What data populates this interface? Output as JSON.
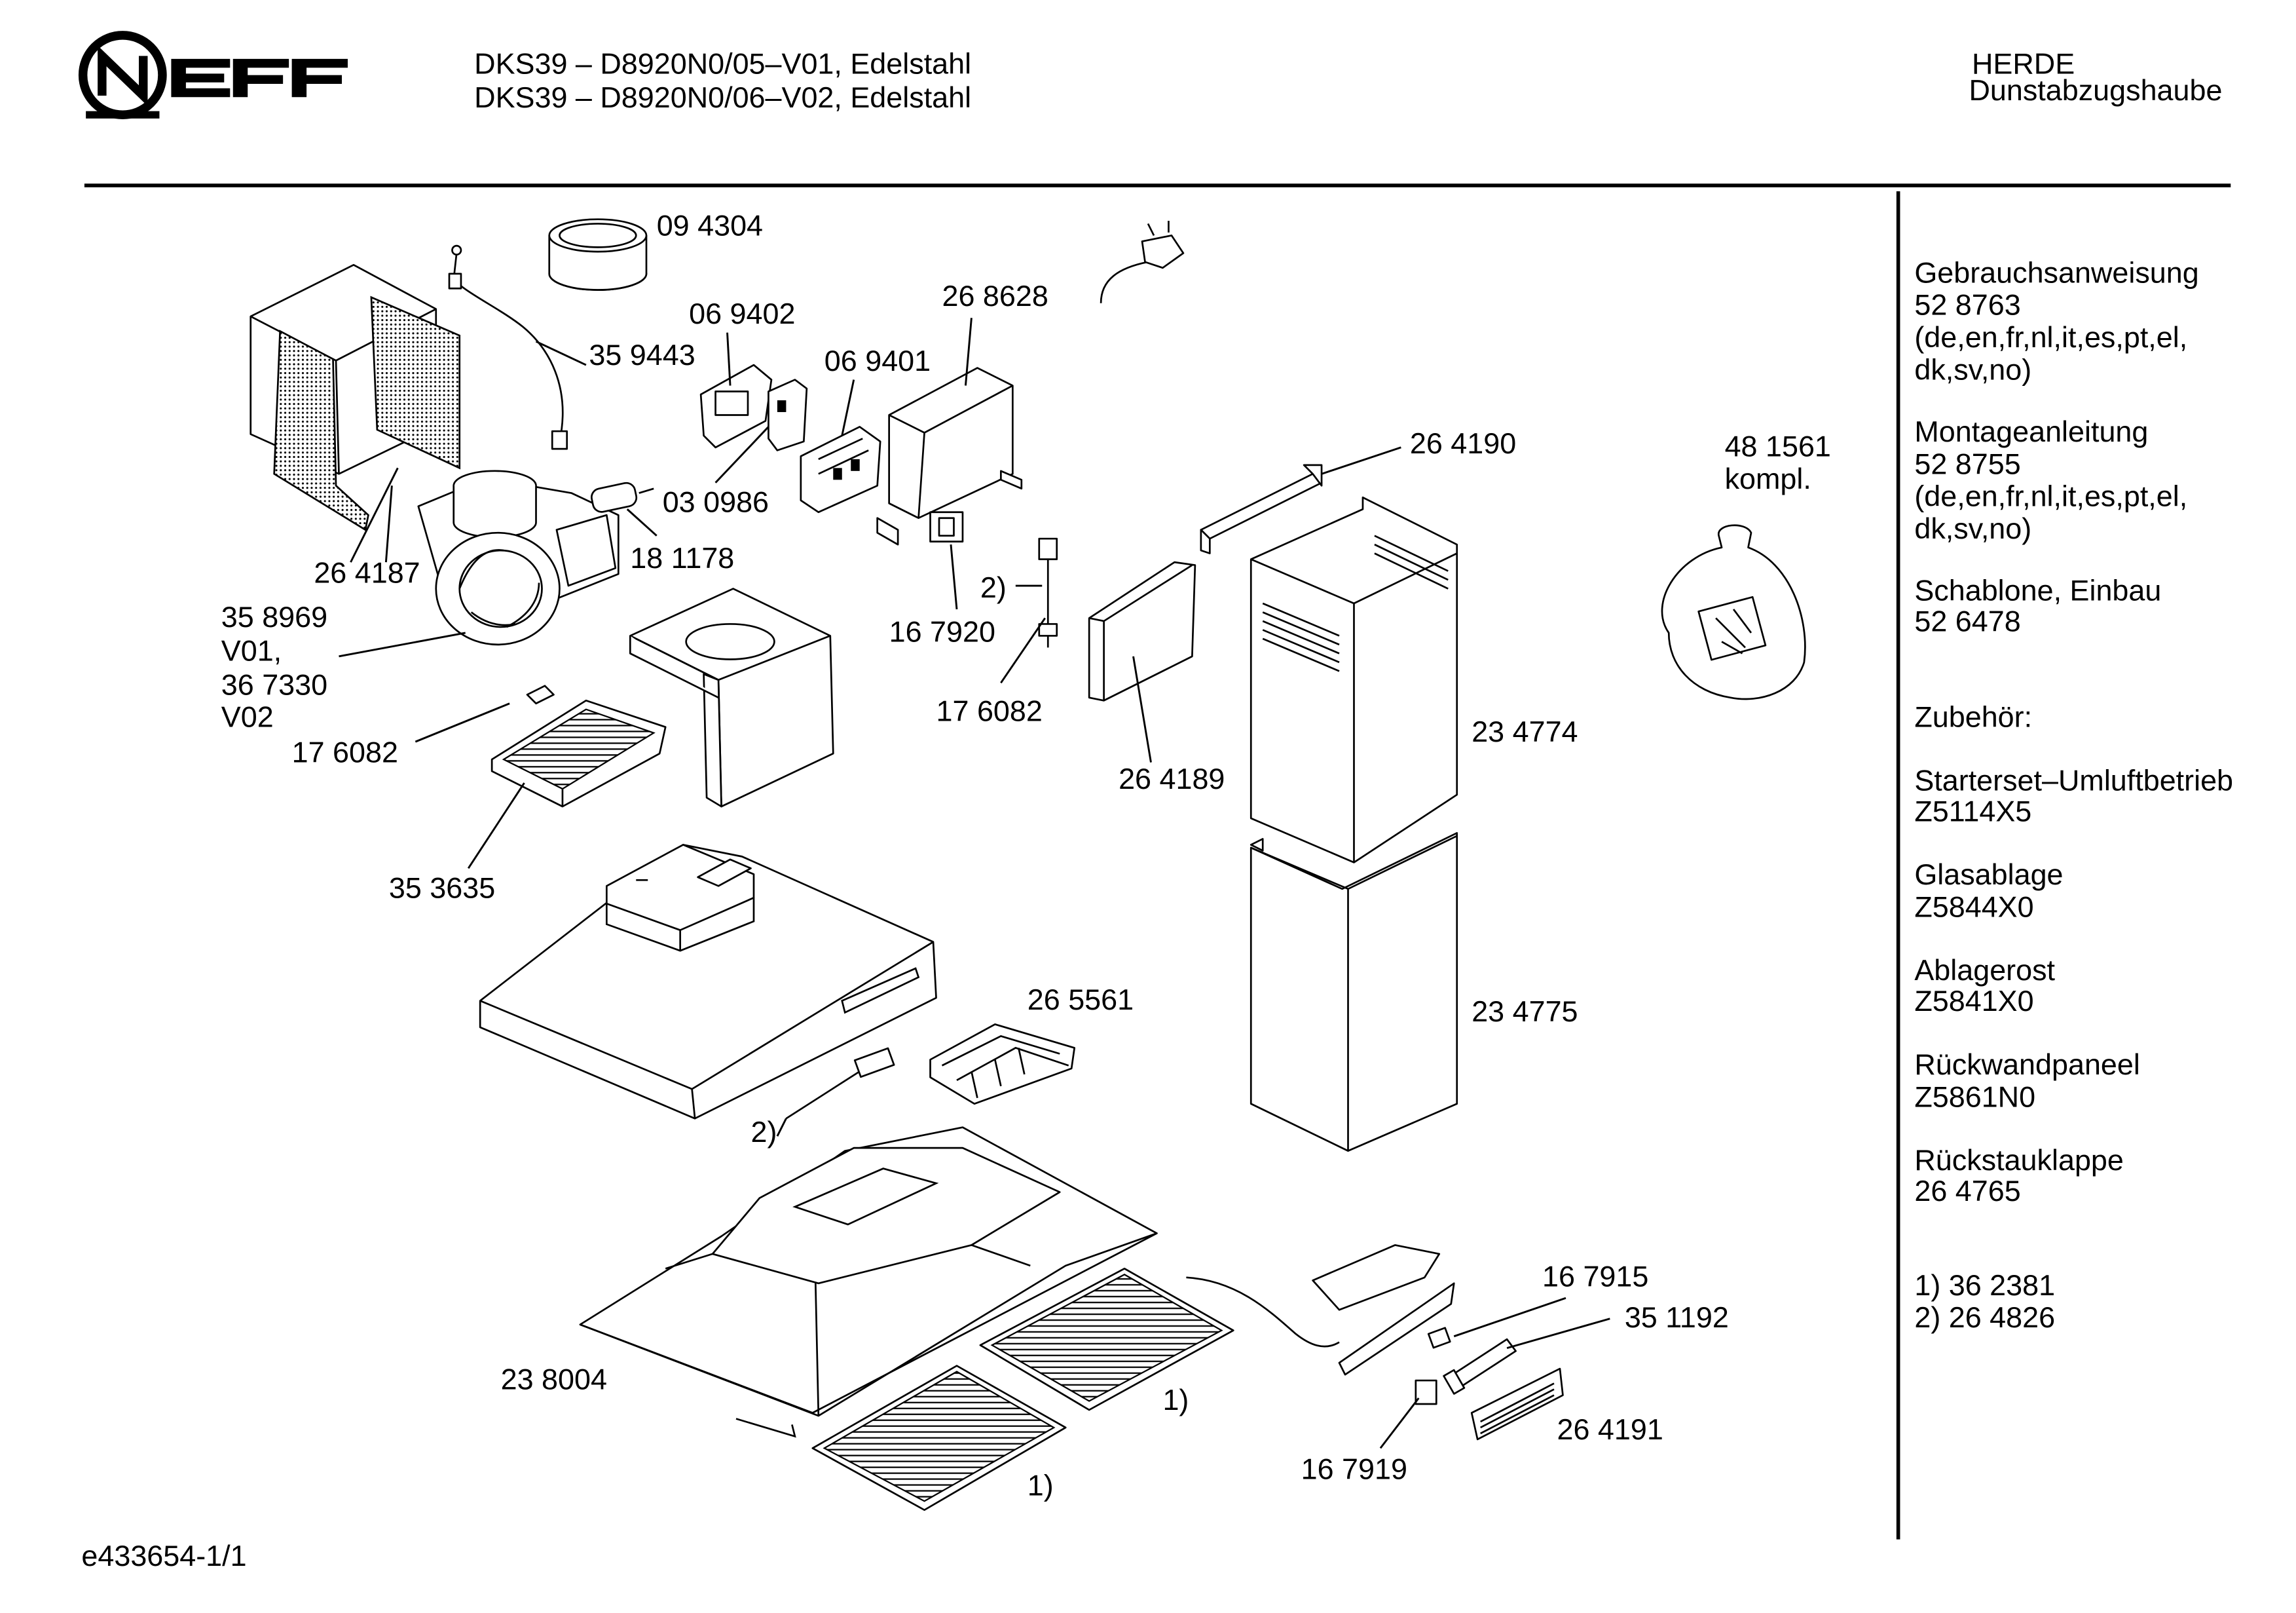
{
  "header": {
    "brand": "NEFF",
    "model_line_1": "DKS39 – D8920N0/05–V01,  Edelstahl",
    "model_line_2": "DKS39 – D8920N0/06–V02,  Edelstahl",
    "category": "HERDE",
    "subcategory": "Dunstabzugshaube"
  },
  "parts": {
    "p094304": "09 4304",
    "p359443": "35 9443",
    "p069402": "06 9402",
    "p069401": "06 9401",
    "p268628": "26 8628",
    "p264190": "26 4190",
    "p030986": "03 0986",
    "p181178": "18 1178",
    "p264187": "26 4187",
    "p358969": "35 8969",
    "v01": "V01,",
    "p367330": "36 7330",
    "v02": "V02",
    "p176082a": "17 6082",
    "p167920": "16 7920",
    "p176082b": "17 6082",
    "note2a": "2)",
    "p264189": "26 4189",
    "p234774": "23 4774",
    "p481561": "48 1561",
    "kompl": "kompl.",
    "p353635": "35 3635",
    "p265561": "26 5561",
    "note2b": "2)",
    "p234775": "23 4775",
    "p238004": "23 8004",
    "p167915": "16 7915",
    "p351192": "35 1192",
    "note1a": "1)",
    "note1b": "1)",
    "p167919": "16 7919",
    "p264191": "26 4191"
  },
  "sidebar": {
    "manual_title": "Gebrauchsanweisung",
    "manual_no": "52 8763",
    "manual_lang_1": "(de,en,fr,nl,it,es,pt,el,",
    "manual_lang_2": "dk,sv,no)",
    "install_title": "Montageanleitung",
    "install_no": "52 8755",
    "install_lang_1": "(de,en,fr,nl,it,es,pt,el,",
    "install_lang_2": "dk,sv,no)",
    "template_title": "Schablone, Einbau",
    "template_no": "52 6478",
    "accessories_title": "Zubehör:",
    "acc1_name": "Starterset–Umluftbetrieb",
    "acc1_no": "Z5114X5",
    "acc2_name": "Glasablage",
    "acc2_no": " Z5844X0",
    "acc3_name": "Ablagerost",
    "acc3_no": "Z5841X0",
    "acc4_name": "Rückwandpaneel",
    "acc4_no": "Z5861N0",
    "acc5_name": "Rückstauklappe",
    "acc5_no": "26 4765",
    "footnote_1": "1)  36 2381",
    "footnote_2": "2)  26 4826"
  },
  "footer": {
    "doc_id": "e433654-1/1"
  }
}
